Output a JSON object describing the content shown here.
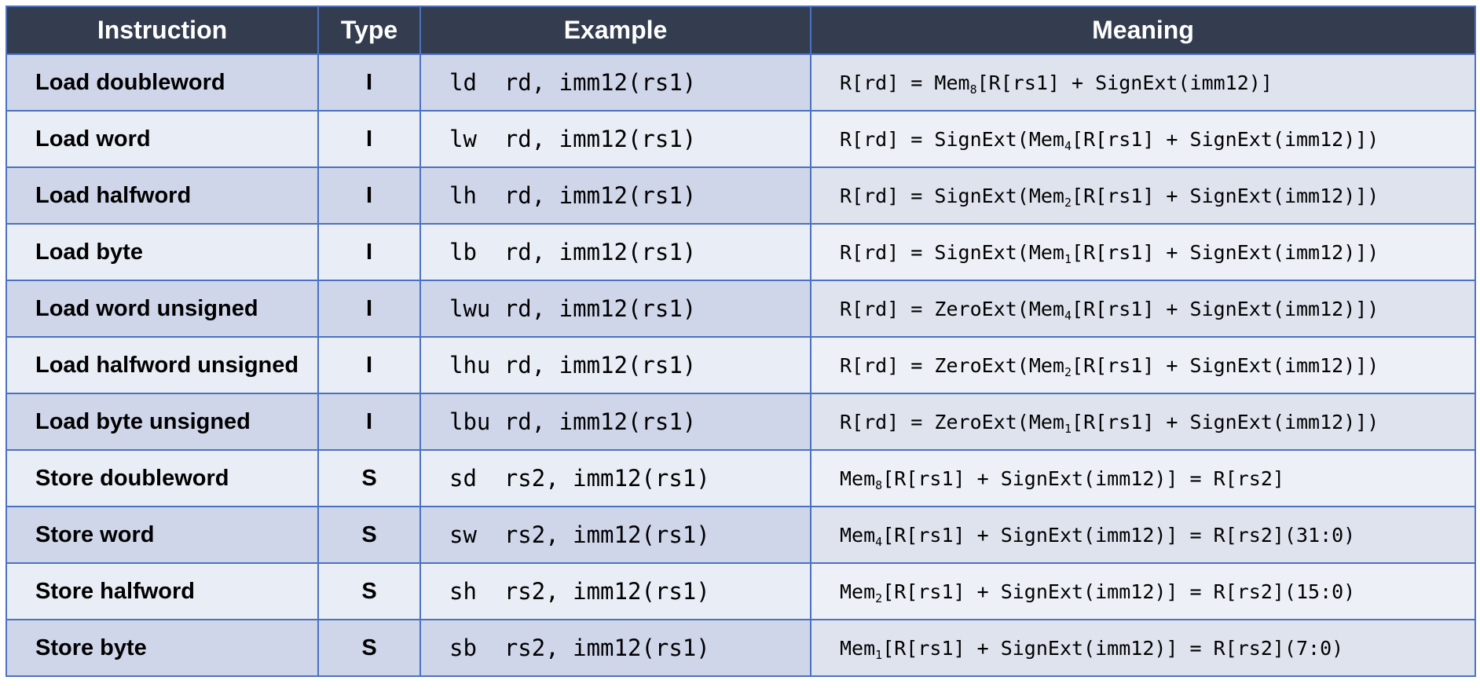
{
  "headers": {
    "instruction": "Instruction",
    "type": "Type",
    "example": "Example",
    "meaning": "Meaning"
  },
  "rows": [
    {
      "instruction": "Load doubleword",
      "type": "I",
      "example": "ld  rd, imm12(rs1)",
      "meaning_pre": "R[rd] = Mem",
      "meaning_sub": "8",
      "meaning_post": "[R[rs1] + SignExt(imm12)]"
    },
    {
      "instruction": "Load word",
      "type": "I",
      "example": "lw  rd, imm12(rs1)",
      "meaning_pre": "R[rd] = SignExt(Mem",
      "meaning_sub": "4",
      "meaning_post": "[R[rs1] + SignExt(imm12)])"
    },
    {
      "instruction": "Load halfword",
      "type": "I",
      "example": "lh  rd, imm12(rs1)",
      "meaning_pre": "R[rd] = SignExt(Mem",
      "meaning_sub": "2",
      "meaning_post": "[R[rs1] + SignExt(imm12)])"
    },
    {
      "instruction": "Load byte",
      "type": "I",
      "example": "lb  rd, imm12(rs1)",
      "meaning_pre": "R[rd] = SignExt(Mem",
      "meaning_sub": "1",
      "meaning_post": "[R[rs1] + SignExt(imm12)])"
    },
    {
      "instruction": "Load word unsigned",
      "type": "I",
      "example": "lwu rd, imm12(rs1)",
      "meaning_pre": "R[rd] = ZeroExt(Mem",
      "meaning_sub": "4",
      "meaning_post": "[R[rs1] + SignExt(imm12)])"
    },
    {
      "instruction": "Load halfword unsigned",
      "type": "I",
      "example": "lhu rd, imm12(rs1)",
      "meaning_pre": "R[rd] = ZeroExt(Mem",
      "meaning_sub": "2",
      "meaning_post": "[R[rs1] + SignExt(imm12)])"
    },
    {
      "instruction": "Load byte unsigned",
      "type": "I",
      "example": "lbu rd, imm12(rs1)",
      "meaning_pre": "R[rd] = ZeroExt(Mem",
      "meaning_sub": "1",
      "meaning_post": "[R[rs1] + SignExt(imm12)])"
    },
    {
      "instruction": "Store doubleword",
      "type": "S",
      "example": "sd  rs2, imm12(rs1)",
      "meaning_pre": "Mem",
      "meaning_sub": "8",
      "meaning_post": "[R[rs1] + SignExt(imm12)] = R[rs2]"
    },
    {
      "instruction": "Store word",
      "type": "S",
      "example": "sw  rs2, imm12(rs1)",
      "meaning_pre": "Mem",
      "meaning_sub": "4",
      "meaning_post": "[R[rs1] + SignExt(imm12)] = R[rs2](31:0)"
    },
    {
      "instruction": "Store halfword",
      "type": "S",
      "example": "sh  rs2, imm12(rs1)",
      "meaning_pre": "Mem",
      "meaning_sub": "2",
      "meaning_post": "[R[rs1] + SignExt(imm12)] = R[rs2](15:0)"
    },
    {
      "instruction": "Store byte",
      "type": "S",
      "example": "sb  rs2, imm12(rs1)",
      "meaning_pre": "Mem",
      "meaning_sub": "1",
      "meaning_post": "[R[rs1] + SignExt(imm12)] = R[rs2](7:0)"
    }
  ],
  "colors": {
    "header_bg": "#333d4f",
    "border": "#4a72c2",
    "row_dark": "#d0d6ea",
    "row_light": "#e9edf5"
  }
}
